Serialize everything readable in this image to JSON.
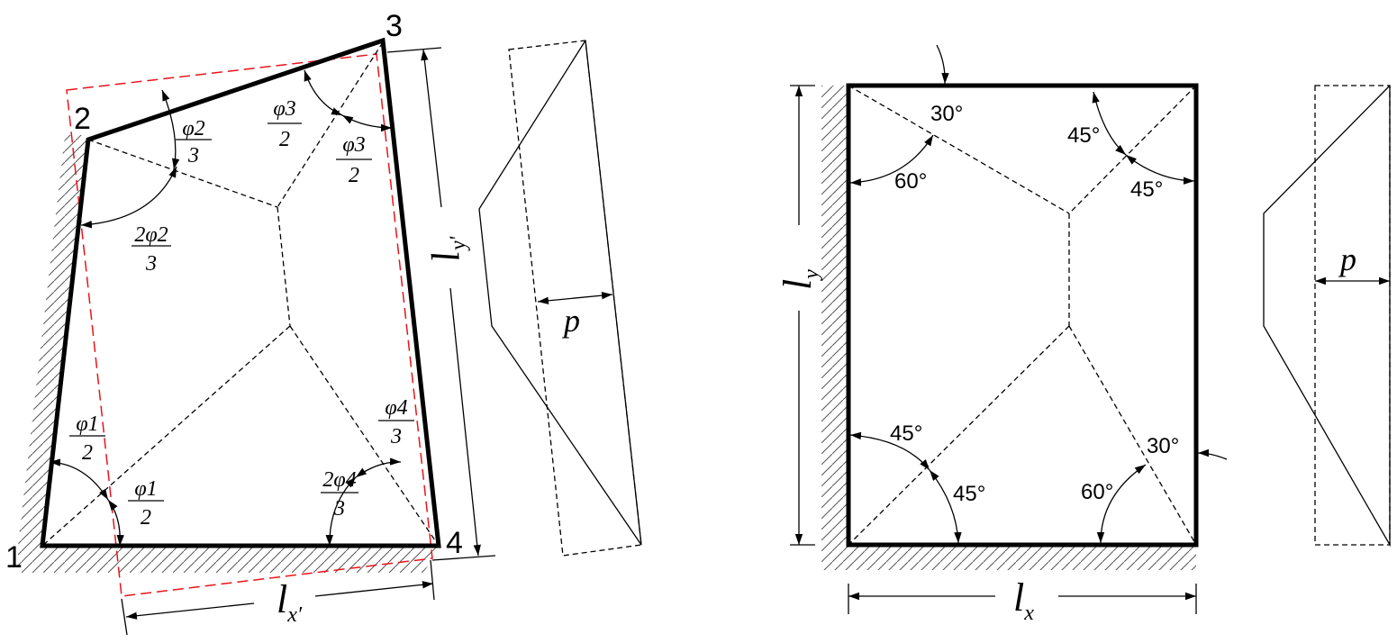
{
  "left_figure": {
    "vertices": [
      "1",
      "2",
      "3",
      "4"
    ],
    "fractions": [
      {
        "num": "φ2",
        "den": "3"
      },
      {
        "num": "2φ2",
        "den": "3"
      },
      {
        "num": "φ3",
        "den": "2"
      },
      {
        "num": "φ3",
        "den": "2"
      },
      {
        "num": "φ1",
        "den": "2"
      },
      {
        "num": "φ1",
        "den": "2"
      },
      {
        "num": "φ4",
        "den": "3"
      },
      {
        "num": "2φ4",
        "den": "3"
      }
    ],
    "dim_x": {
      "main": "l",
      "sub": "x′"
    },
    "dim_y": {
      "main": "l",
      "sub": "y′"
    },
    "load_label": "p",
    "colors": {
      "projection": "#e8141b",
      "outline": "#000000"
    }
  },
  "right_figure": {
    "angles": [
      "30°",
      "45°",
      "60°",
      "45°",
      "45°",
      "45°",
      "30°",
      "60°"
    ],
    "dim_x": {
      "main": "l",
      "sub": "x"
    },
    "dim_y": {
      "main": "l",
      "sub": "y"
    },
    "load_label": "p"
  }
}
